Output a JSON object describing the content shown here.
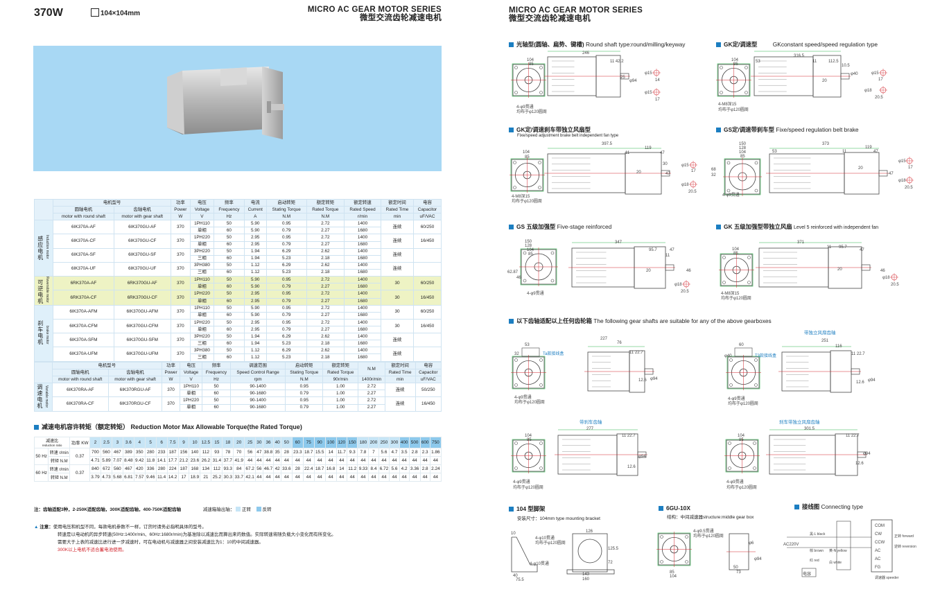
{
  "left": {
    "power": "370W",
    "size": "104×104mm",
    "series_en": "MICRO AC GEAR MOTOR SERIES",
    "series_cn": "微型交流齿轮减速电机"
  },
  "right": {
    "series_en": "MICRO AC GEAR MOTOR SERIES",
    "series_cn": "微型交流齿轮减速电机"
  },
  "spec1": {
    "headers_cn": [
      "电机型号",
      "功率",
      "电压",
      "频率",
      "电流",
      "启动转矩",
      "额定转矩",
      "额定转速",
      "额定时间",
      "电容"
    ],
    "sub_cn": [
      "圆轴电机",
      "齿轴电机"
    ],
    "sub_en": [
      "motor with round shaft",
      "motor with gear shaft"
    ],
    "headers_en": [
      "Power",
      "Voltage",
      "Frequency",
      "Current",
      "Stating Torque",
      "Rated Torque",
      "Rated Speed",
      "Rated Time",
      "Capacitor"
    ],
    "units": [
      "W",
      "V",
      "Hz",
      "A",
      "N.M",
      "N.M",
      "r/min",
      "min",
      "uF/VAC"
    ],
    "groups": [
      {
        "cn": "感应电机",
        "en": "Induction motor",
        "rows": [
          {
            "round": "6IK370A-AF",
            "gear": "6IK370GU-AF",
            "w": "370",
            "lines": [
              [
                "1PH110",
                "50",
                "5.90",
                "0.95",
                "2.72",
                "1400"
              ],
              [
                "单相",
                "60",
                "5.90",
                "0.79",
                "2.27",
                "1680"
              ]
            ],
            "time": "连续",
            "cap": "60/250"
          },
          {
            "round": "6IK370A-CF",
            "gear": "6IK370GU-CF",
            "w": "370",
            "lines": [
              [
                "1PH220",
                "50",
                "2.95",
                "0.95",
                "2.72",
                "1400"
              ],
              [
                "单相",
                "60",
                "2.95",
                "0.79",
                "2.27",
                "1680"
              ]
            ],
            "time": "连续",
            "cap": "16/450"
          },
          {
            "round": "6IK370A-SF",
            "gear": "6IK370GU-SF",
            "w": "370",
            "lines": [
              [
                "3PH220",
                "50",
                "1.94",
                "6.29",
                "2.62",
                "1400"
              ],
              [
                "三相",
                "60",
                "1.94",
                "5.23",
                "2.18",
                "1680"
              ]
            ],
            "time": "连续",
            "cap": ""
          },
          {
            "round": "6IK370A-UF",
            "gear": "6IK370GU-UF",
            "w": "370",
            "lines": [
              [
                "3PH380",
                "50",
                "1.12",
                "6.29",
                "2.62",
                "1400"
              ],
              [
                "三相",
                "60",
                "1.12",
                "5.23",
                "2.18",
                "1680"
              ]
            ],
            "time": "连续",
            "cap": ""
          }
        ]
      },
      {
        "cn": "可逆电机",
        "en": "Reversible motor",
        "rows": [
          {
            "round": "6RK370A-AF",
            "gear": "6RK370GU-AF",
            "w": "370",
            "lines": [
              [
                "1PH110",
                "50",
                "5.90",
                "0.95",
                "2.72",
                "1400"
              ],
              [
                "单相",
                "60",
                "5.90",
                "0.79",
                "2.27",
                "1680"
              ]
            ],
            "time": "30",
            "cap": "60/250"
          },
          {
            "round": "6RK370A-CF",
            "gear": "6RK370GU-CF",
            "w": "370",
            "lines": [
              [
                "1PH220",
                "50",
                "2.95",
                "0.95",
                "2.72",
                "1400"
              ],
              [
                "单相",
                "60",
                "2.95",
                "0.79",
                "2.27",
                "1680"
              ]
            ],
            "time": "30",
            "cap": "16/450"
          }
        ]
      },
      {
        "cn": "刹车电机",
        "en": "brake motor",
        "rows": [
          {
            "round": "6IK370A-AFM",
            "gear": "6IK370GU-AFM",
            "w": "370",
            "lines": [
              [
                "1PH110",
                "50",
                "5.90",
                "0.95",
                "2.72",
                "1400"
              ],
              [
                "单相",
                "60",
                "5.90",
                "0.79",
                "2.27",
                "1680"
              ]
            ],
            "time": "30",
            "cap": "60/250"
          },
          {
            "round": "6IK370A-CFM",
            "gear": "6IK370GU-CFM",
            "w": "370",
            "lines": [
              [
                "1PH220",
                "50",
                "2.95",
                "0.95",
                "2.72",
                "1400"
              ],
              [
                "单相",
                "60",
                "2.95",
                "0.79",
                "2.27",
                "1680"
              ]
            ],
            "time": "30",
            "cap": "16/450"
          },
          {
            "round": "6IK370A-SFM",
            "gear": "6IK370GU-SFM",
            "w": "370",
            "lines": [
              [
                "3PH220",
                "50",
                "1.94",
                "6.29",
                "2.62",
                "1400"
              ],
              [
                "三相",
                "60",
                "1.94",
                "5.23",
                "2.18",
                "1680"
              ]
            ],
            "time": "连续",
            "cap": ""
          },
          {
            "round": "6IK370A-UFM",
            "gear": "6IK370GU-UFM",
            "w": "370",
            "lines": [
              [
                "3PH380",
                "50",
                "1.12",
                "6.29",
                "2.62",
                "1400"
              ],
              [
                "三相",
                "60",
                "1.12",
                "5.23",
                "2.18",
                "1680"
              ]
            ],
            "time": "连续",
            "cap": ""
          }
        ]
      }
    ]
  },
  "spec2": {
    "headers_cn": [
      "电机型号",
      "功率",
      "电压",
      "频率",
      "调速范围",
      "启动转矩",
      "额定转矩",
      "额定时间",
      "电容"
    ],
    "headers_en": [
      "Power",
      "Voltage",
      "Frequency",
      "Speed Control Range",
      "Stating Torque",
      "Rated Torque",
      "Rated Time",
      "Capacitor"
    ],
    "nm": "N.M",
    "units": [
      "W",
      "V",
      "Hz",
      "rpm",
      "N.M",
      "90r/min",
      "1400r/min",
      "min",
      "uF/VAC"
    ],
    "group_cn": "调速电机",
    "group_en": "Variable motor",
    "rows": [
      {
        "round": "6IK370RA-AF",
        "gear": "6IK370RGU-AF",
        "w": "370",
        "lines": [
          [
            "1PH110",
            "50",
            "90-1400",
            "0.95",
            "1.00",
            "2.72"
          ],
          [
            "单相",
            "60",
            "90-1680",
            "0.79",
            "1.00",
            "2.27"
          ]
        ],
        "time": "连续",
        "cap": "50/250"
      },
      {
        "round": "6IK370RA-CF",
        "gear": "6IK370RGU-CF",
        "w": "370",
        "lines": [
          [
            "1PH220",
            "50",
            "90-1400",
            "0.95",
            "1.00",
            "2.72"
          ],
          [
            "单相",
            "60",
            "90-1680",
            "0.79",
            "1.00",
            "2.27"
          ]
        ],
        "time": "连续",
        "cap": "16/450"
      }
    ]
  },
  "torque": {
    "title_cn": "减速电机容许转矩（额定转矩）",
    "title_en": "Reduction Motor Max Allowable Torque(the Rated Torque)",
    "ratio_label": "减速比",
    "ratio_en": "reduction ratio",
    "power_label": "功率 KW",
    "ratios": [
      "2",
      "2.5",
      "3",
      "3.6",
      "4",
      "5",
      "6",
      "7.5",
      "9",
      "10",
      "12.5",
      "15",
      "18",
      "20",
      "25",
      "30",
      "36",
      "40",
      "50",
      "60",
      "75",
      "90",
      "100",
      "120",
      "150",
      "180",
      "200",
      "250",
      "300",
      "400",
      "500",
      "600",
      "750"
    ],
    "hz50": "50 Hz",
    "hz60": "60 Hz",
    "kw": "0.37",
    "speed_label": "转速 r/min",
    "torque_label": "转矩 N.M",
    "speed50": [
      "700",
      "560",
      "467",
      "389",
      "350",
      "280",
      "233",
      "187",
      "156",
      "140",
      "112",
      "93",
      "78",
      "70",
      "56",
      "47",
      "38.8",
      "35",
      "28",
      "23.3",
      "18.7",
      "15.5",
      "14",
      "11.7",
      "9.3",
      "7.8",
      "7",
      "5.6",
      "4.7",
      "3.5",
      "2.8",
      "2.3",
      "1.86"
    ],
    "torque50": [
      "4.71",
      "5.89",
      "7.07",
      "8.48",
      "9.42",
      "11.8",
      "14.1",
      "17.7",
      "21.2",
      "23.6",
      "26.2",
      "31.4",
      "37.7",
      "41.9",
      "44",
      "44",
      "44",
      "44",
      "44",
      "44",
      "44",
      "44",
      "44",
      "44",
      "44",
      "44",
      "44",
      "44",
      "44",
      "44",
      "44",
      "44",
      "44"
    ],
    "speed60": [
      "840",
      "672",
      "560",
      "467",
      "420",
      "336",
      "280",
      "224",
      "187",
      "168",
      "134",
      "112",
      "93.3",
      "84",
      "67.2",
      "56",
      "46.7",
      "42",
      "33.6",
      "28",
      "22.4",
      "18.7",
      "16.8",
      "14",
      "11.2",
      "9.33",
      "8.4",
      "6.72",
      "5.6",
      "4.2",
      "3.36",
      "2.8",
      "2.24"
    ],
    "torque60": [
      "3.79",
      "4.73",
      "5.68",
      "6.81",
      "7.57",
      "9.46",
      "11.4",
      "14.2",
      "17",
      "18.9",
      "21",
      "25.2",
      "30.3",
      "33.7",
      "42.1",
      "44",
      "44",
      "44",
      "44",
      "44",
      "44",
      "44",
      "44",
      "44",
      "44",
      "44",
      "44",
      "44",
      "44",
      "44",
      "44",
      "44",
      "44"
    ],
    "legend_note": "注：齿轴适配3种，2-250K适配齿轴，300K适配齿轴，400-750K适配齿轴",
    "legend_dir": "减速箱输出轴：",
    "legend_fwd": "正转",
    "legend_rev": "反转"
  },
  "notes": {
    "label": "注意：",
    "lines": [
      "使用电压和机型不同，每款电机参数不一样，订货时请务必指明具体的型号。",
      "转速是以电动机的异步转速(50Hz:1400r/min、60Hz:1680r/min)为基准除以减速比而算出来的数值。实际转速将随负载大小变化而有所变化。",
      "需要大于上表的减速比进行进一步减速时，可在电动机与减速器之间安装减速比为1：10的中间减速器。"
    ],
    "warning": "300K以上电机不适合蓄电池使用。"
  },
  "sections": {
    "round_shaft": {
      "cn": "光轴型(圆轴、扁势、键槽)",
      "en": "Round shaft type:round/milling/keyway"
    },
    "gk": {
      "cn": "GK定/调速型",
      "en": "GKconstant speed/speed regulation type"
    },
    "gk_brake": {
      "cn": "GK定/调速刹车带独立风扇型",
      "en": "Fixe/speed adjustment brake belt independent fan type"
    },
    "gs_brake": {
      "cn": "GS定/调速带刹车型",
      "en": "Fixe/speed regulation belt brake"
    },
    "gs5": {
      "cn": "GS 五级加强型",
      "en": "Five-stage reinforced"
    },
    "gk5": {
      "cn": "GK 五级加强型带独立风扇",
      "en": "Level 5 reinforced with independent fan"
    },
    "gear_shafts": {
      "cn": "以下齿轴适配以上任何齿轮箱",
      "en": "The following gear shafts are suitable for any of the above gearboxes"
    },
    "fan_shaft": "带独立风扇齿轴",
    "brake_shaft": "带刹车齿轴",
    "brake_fan_shaft": "刹车带独立风扇齿轴",
    "bracket": {
      "cn": "104 型脚架",
      "en": "安装尺寸：104mm type mounting bracket"
    },
    "mid_gear": {
      "cn": "6GU-10X",
      "en": "结构：中间减速器structure:middle gear box"
    },
    "wiring": {
      "cn": "接线图",
      "en": "Connecting type"
    }
  },
  "dims": {
    "d104": "104",
    "d85": "85",
    "d246": "246",
    "d1142": "11 42.2",
    "d25": "25",
    "d94": "φ94",
    "phi15": "φ15",
    "phi18": "φ18",
    "d14": "14",
    "d17": "17",
    "d5": "5",
    "d6": "6",
    "d205": "20.5",
    "holes": "4-φ9贯通",
    "pcd": "均布于φ120圆周",
    "m8": "4-M8深15",
    "d3165": "316.5",
    "d53": "53",
    "d11": "11",
    "d1125": "112.5",
    "d105": "10.5",
    "d40": "φ40",
    "d20": "20",
    "d3975": "397.5",
    "d119": "119",
    "d47": "47",
    "d30": "30",
    "d373": "373",
    "d150": "150",
    "d128": "128",
    "d68": "68",
    "d32": "32",
    "d347": "347",
    "d957": "95.7",
    "d6287": "62.87",
    "d46": "46",
    "d371": "371",
    "d227": "227",
    "d76": "76",
    "d1122": "11 22.7",
    "d126": "12.6",
    "ta": "Ta款接线盒",
    "t3": "T3款接线盒",
    "d60": "60",
    "d251": "251",
    "d116": "116",
    "d277": "277",
    "d3015": "301.5",
    "d126b": "126",
    "d1255": "125.5",
    "d72": "72",
    "d143": "143",
    "d160": "160",
    "d10": "10",
    "h10": "4-φ10贯通",
    "d40b": "40",
    "d755": "75.5",
    "h95": "4-φ9.5贯通",
    "d6p": "φ6",
    "d736": "73",
    "d50": "50",
    "w_com": "COM",
    "w_cw": "CW",
    "w_ccw": "CCW",
    "w_ac": "AC",
    "w_fg": "FG",
    "w_ac220": "AC220V",
    "w_black": "黑-L black",
    "w_yellow": "黄-N yellow",
    "w_brown": "棕 brown",
    "w_white": "白 white",
    "w_red": "红 red",
    "w_cap": "电容",
    "w_speeder": "调速器 speeder",
    "w_fwd": "正转 forward",
    "w_rev": "逆转 reversion"
  }
}
